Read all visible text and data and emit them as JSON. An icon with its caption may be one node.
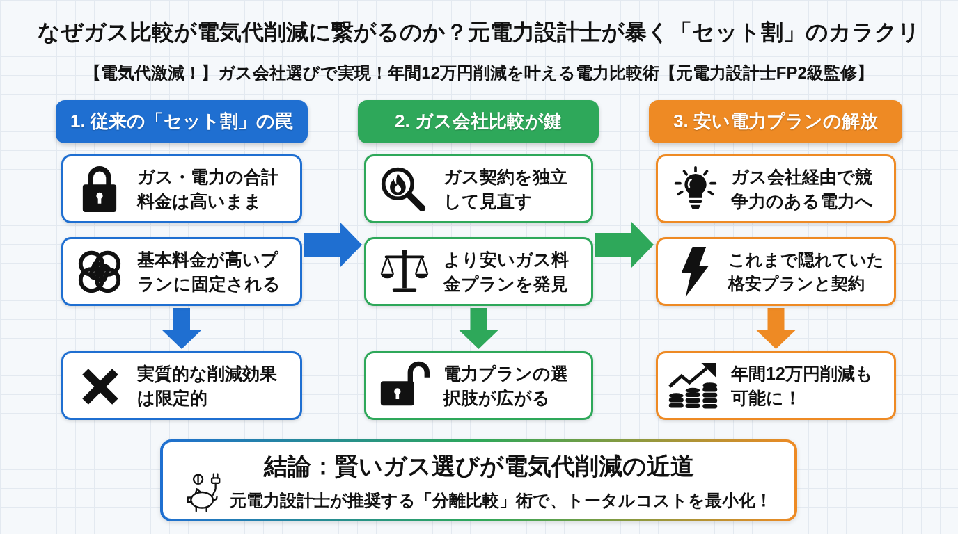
{
  "diagram": {
    "title": "なぜガス比較が電気代削減に繋がるのか？元電力設計士が暴く「セット割」のカラクリ",
    "nodes": [
      {
        "text": [
          "1. 従来の「セット割」の罠"
        ]
      },
      {
        "text": [
          "ガス・電力の合計料金は高いまま"
        ]
      },
      {
        "text": [
          "基本料金が高いプランに固定される"
        ]
      },
      {
        "text": [
          "実質的な削減効果は限定的"
        ]
      },
      {
        "text": [
          "2. ガス会社比較が鍵"
        ]
      },
      {
        "text": [
          "ガス契約を独立して見直す"
        ]
      },
      {
        "text": [
          "より安いガス料金プランを発見"
        ]
      },
      {
        "text": [
          "電力プランの選択肢が広がる"
        ]
      },
      {
        "text": [
          "3. 安い電力プランの解放"
        ]
      },
      {
        "text": [
          "ガス会社経由で競争力のある電力へ"
        ]
      },
      {
        "text": [
          "これまで隠れていた格安プランと契約"
        ]
      },
      {
        "text": [
          "年間12万円削減も可能に！"
        ]
      },
      {
        "text": [
          "結論：賢いガス選びが電気代削減の近道",
          "元電力設計士が推奨する「分離比較」術で、トータルコストを最小化！"
        ]
      }
    ],
    "edges": [
      {
        "from": 2,
        "to": 3,
        "arrow": "to",
        "color": "#1f6fd1"
      },
      {
        "from": 2,
        "to": 6,
        "arrow": "to",
        "color": "#1f6fd1"
      },
      {
        "from": 6,
        "to": 7,
        "arrow": "to",
        "color": "#2ea85a"
      },
      {
        "from": 6,
        "to": 10,
        "arrow": "to",
        "color": "#2ea85a"
      },
      {
        "from": 10,
        "to": 11,
        "arrow": "to",
        "color": "#ee8a24"
      }
    ],
    "labels": [
      "【電気代激減！】ガス会社選びで実現！年間12万円削減を叶える電力比較術【元電力設計士FP2級監修】"
    ]
  }
}
